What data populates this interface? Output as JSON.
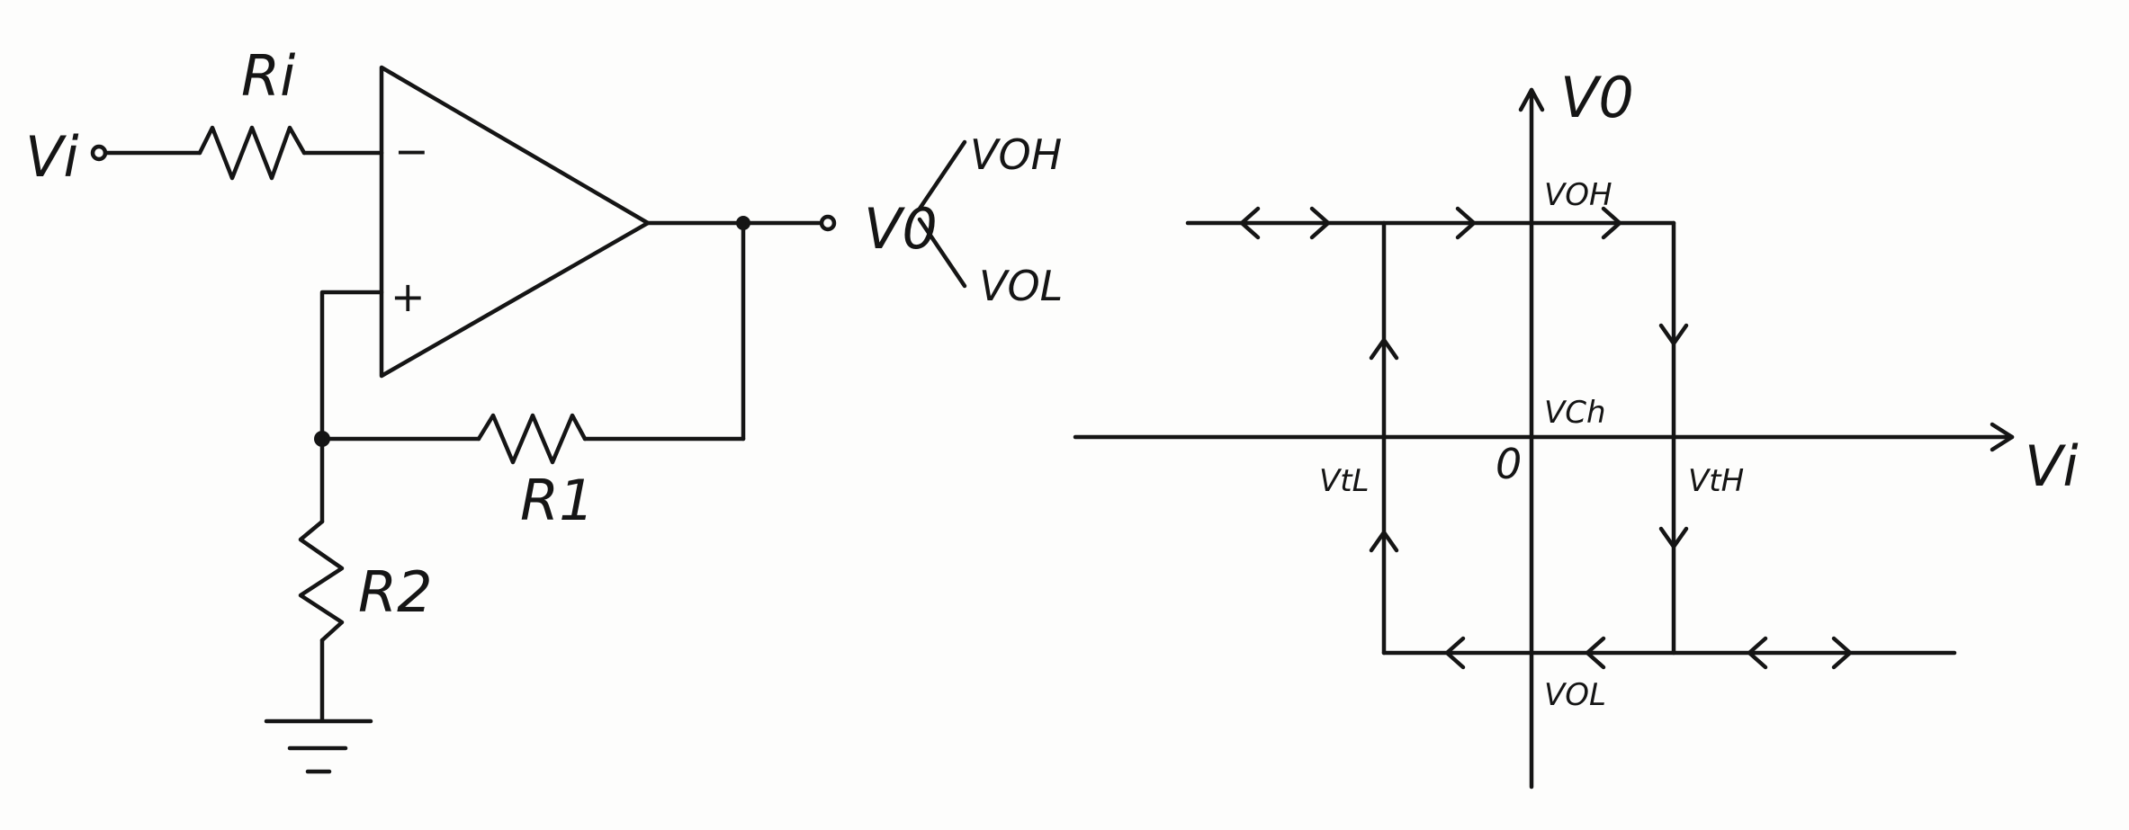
{
  "circuit": {
    "input_label": "Vi",
    "ri_label": "Ri",
    "minus_sign": "−",
    "plus_sign": "+",
    "output_label": "V0",
    "voh_label": "VOH",
    "vol_label": "VOL",
    "r1_label": "R1",
    "r2_label": "R2"
  },
  "hysteresis": {
    "vo_axis_label": "V0",
    "vi_axis_label": "Vi",
    "origin_label": "0",
    "voh_label": "VOH",
    "vol_label": "VOL",
    "vch_label": "VCh",
    "vtl_label": "VtL",
    "vth_label": "VtH"
  }
}
